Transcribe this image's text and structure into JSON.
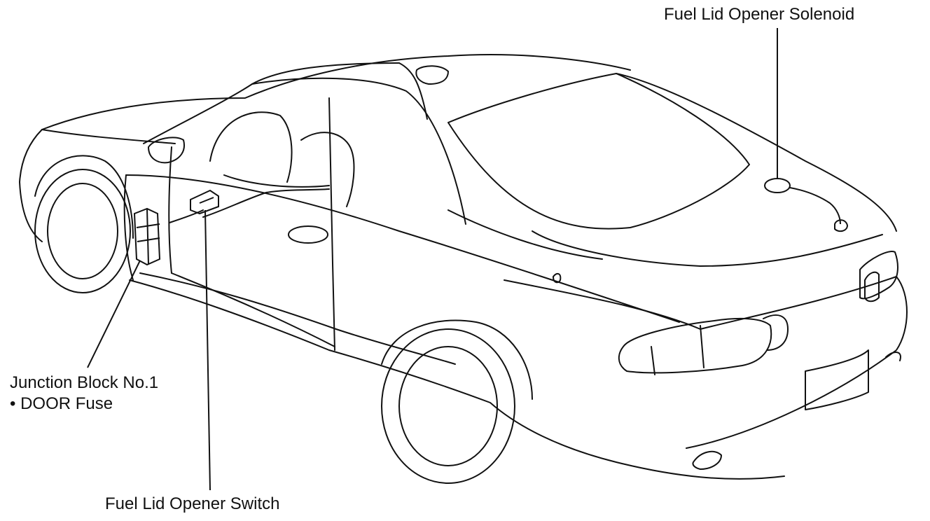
{
  "labels": {
    "solenoid": "Fuel Lid Opener Solenoid",
    "junction_block": "Junction Block No.1",
    "junction_block_sub": "• DOOR Fuse",
    "switch": "Fuel Lid Opener Switch"
  },
  "colors": {
    "line": "#111111",
    "background": "#ffffff"
  }
}
